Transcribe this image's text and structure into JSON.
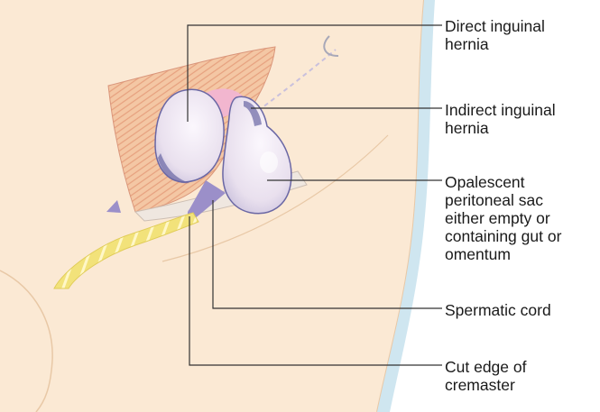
{
  "figure": {
    "colors": {
      "background": "#ffffff",
      "skin": "#fbe9d4",
      "skin_outline": "#e8c8a6",
      "side_strip": "#cfe6f0",
      "muscle": "#f4c7a4",
      "muscle_fibers": "#e6a07e",
      "sac_fill": "#e9e0ee",
      "sac_edge": "#6a67a4",
      "sac_highlight": "#ffffff",
      "pink_tissue": "#f2b6cf",
      "cord": "#9b8fc9",
      "cremaster": "#f2e27a",
      "leader_line": "#333333"
    },
    "labels": {
      "direct_hernia": "Direct inguinal\nhernia",
      "indirect_hernia": "Indirect inguinal\nhernia",
      "peritoneal_sac": "Opalescent\nperitoneal sac\neither empty or\ncontaining gut or\nomentum",
      "spermatic_cord": "Spermatic cord",
      "cremaster_edge": "Cut edge of\ncremaster"
    }
  }
}
